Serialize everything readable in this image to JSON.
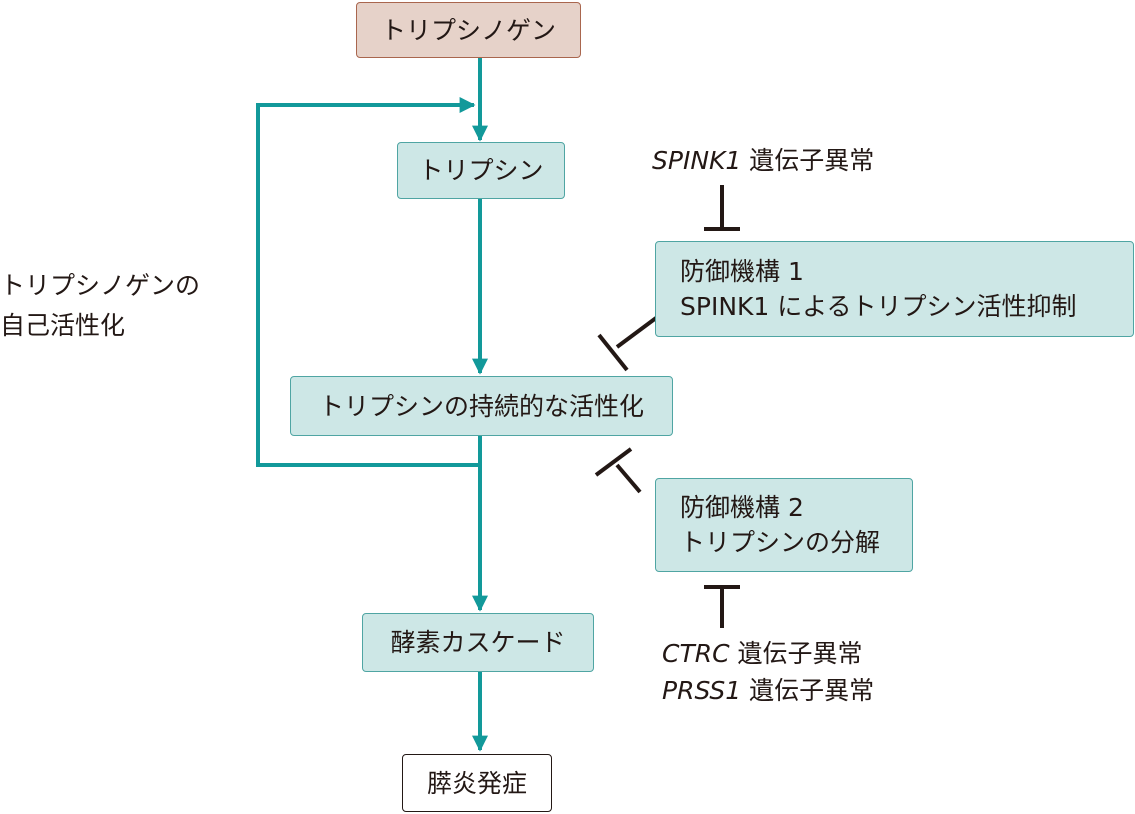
{
  "nodes": {
    "trypsinogen": "トリプシノゲン",
    "trypsin": "トリプシン",
    "sustained_activation": "トリプシンの持続的な活性化",
    "enzyme_cascade": "酵素カスケード",
    "pancreatitis_onset": "膵炎発症"
  },
  "autoactivation_label": [
    "トリプシノゲンの",
    "自己活性化"
  ],
  "defense1": {
    "line1": "防御機構 1",
    "line2": "SPINK1 によるトリプシン活性抑制"
  },
  "defense2": {
    "line1": "防御機構 2",
    "line2": "トリプシンの分解"
  },
  "genes": {
    "spink1": {
      "name": "SPINK1",
      "suffix": " 遺伝子異常"
    },
    "ctrc": {
      "name": "CTRC",
      "suffix": " 遺伝子異常"
    },
    "prss1": {
      "name": "PRSS1",
      "suffix": " 遺伝子異常"
    }
  },
  "colors": {
    "arrow": "#12999a",
    "inhibitor": "#231815",
    "box_fill": "#cde7e6",
    "box_border": "#4fa5a3",
    "start_fill": "#e6d2c9",
    "start_border": "#a9664e"
  }
}
